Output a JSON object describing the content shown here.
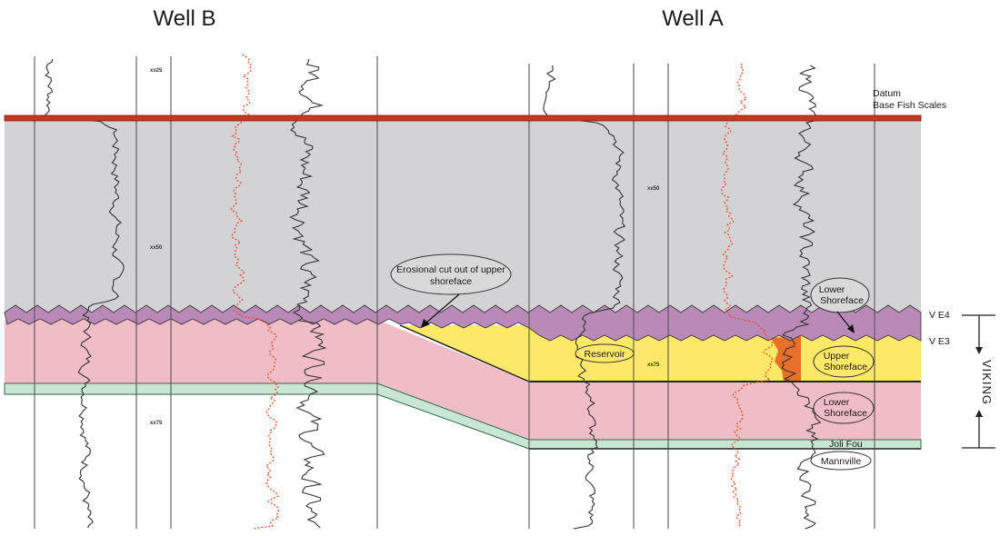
{
  "wells": {
    "well_b": "Well B",
    "well_a": "Well A"
  },
  "datum": {
    "line1": "Datum",
    "line2": "Base Fish Scales"
  },
  "callouts": {
    "erosional_line1": "Erosional cut out of upper",
    "erosional_line2": "shoreface",
    "lower_shoreface_upper_line1": "Lower",
    "lower_shoreface_upper_line2": "Shoreface",
    "reservoir": "Reservoir",
    "upper_shoreface_line1": "Upper",
    "upper_shoreface_line2": "Shoreface",
    "lower_shoreface_line1": "Lower",
    "lower_shoreface_line2": "Shoreface",
    "joli_fou": "Joli Fou",
    "mannville": "Mannville"
  },
  "markers": {
    "ve4": "V E4",
    "ve3": "V E3",
    "viking": "VIKING"
  },
  "depth_ticks": {
    "b_top": "xx25",
    "b_mid": "xx50",
    "b_bottom": "xx75",
    "a_mid": "xx50",
    "a_bottom": "xx75"
  },
  "colors": {
    "gray_shale": "#d3d3d5",
    "purple_unit": "#b98ab8",
    "pink_unit": "#f0bcc6",
    "yellow_reservoir": "#fde868",
    "orange_fill": "#e8702a",
    "green_joli_fou": "#c8e6d2",
    "datum_red": "#c8361e",
    "log_black": "#333333",
    "log_red": "#e8522a"
  }
}
